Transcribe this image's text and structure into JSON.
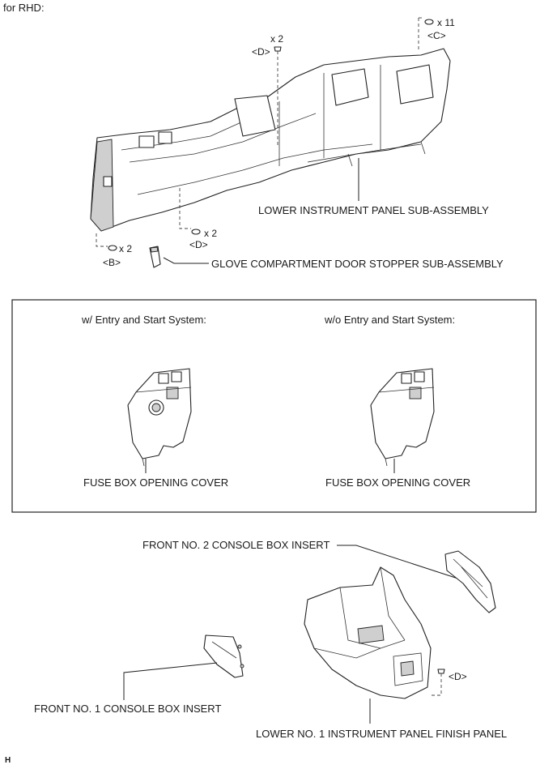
{
  "header": {
    "variant_label": "for RHD:"
  },
  "fasteners": {
    "top_d_qty": "x 2",
    "top_d_ref": "<D>",
    "top_c_qty": "x 11",
    "top_c_ref": "<C>",
    "left_b_qty": "x 2",
    "left_b_ref": "<B>",
    "mid_d_qty": "x 2",
    "mid_d_ref": "<D>",
    "console_d_ref": "<D>"
  },
  "parts": {
    "lower_instrument_panel": "LOWER INSTRUMENT PANEL SUB-ASSEMBLY",
    "glove_door_stopper": "GLOVE COMPARTMENT DOOR STOPPER SUB-ASSEMBLY",
    "front_no2_insert": "FRONT NO. 2 CONSOLE BOX INSERT",
    "front_no1_insert": "FRONT NO. 1 CONSOLE BOX INSERT",
    "lower_no1_finish_panel": "LOWER NO. 1 INSTRUMENT PANEL FINISH PANEL"
  },
  "variants": {
    "with_entry": {
      "title": "w/ Entry and Start System:",
      "part": "FUSE BOX OPENING COVER"
    },
    "without_entry": {
      "title": "w/o Entry and Start System:",
      "part": "FUSE BOX OPENING COVER"
    }
  },
  "footer": {
    "code": "H"
  }
}
